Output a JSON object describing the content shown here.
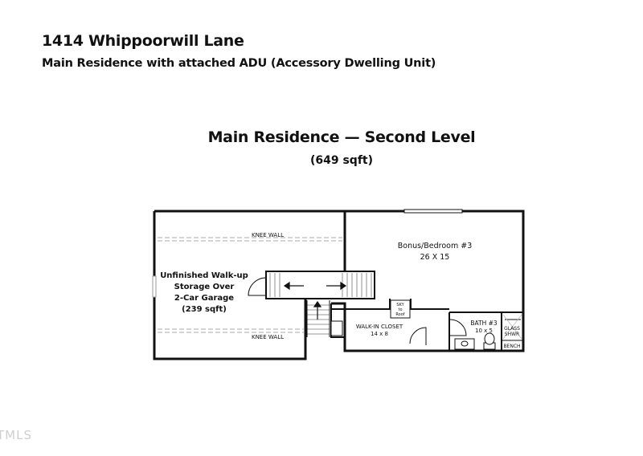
{
  "header": {
    "address": "1414 Whippoorwill Lane",
    "subtitle": "Main Residence with attached ADU (Accessory Dwelling Unit)"
  },
  "level": {
    "title": "Main Residence — Second Level",
    "sqft": "(649 sqft)"
  },
  "rooms": {
    "storage": {
      "line1": "Unfinished Walk-up",
      "line2": "Storage Over",
      "line3": "2-Car Garage",
      "line4": "(239 sqft)"
    },
    "bonus": {
      "name": "Bonus/Bedroom #3",
      "dims": "26 X 15"
    },
    "closet": {
      "name": "WALK-IN CLOSET",
      "dims": "14 x 8"
    },
    "bath": {
      "name": "BATH #3",
      "dims": "10 x 5"
    }
  },
  "labels": {
    "knee_wall_top": "KNEE WALL",
    "knee_wall_bottom": "KNEE WALL",
    "sky_1": "SKY",
    "sky_2": "to",
    "sky_3": "Roof",
    "glass_1": "GLASS",
    "glass_2": "SHWR",
    "bench": "BENCH"
  },
  "watermark": "TMLS"
}
